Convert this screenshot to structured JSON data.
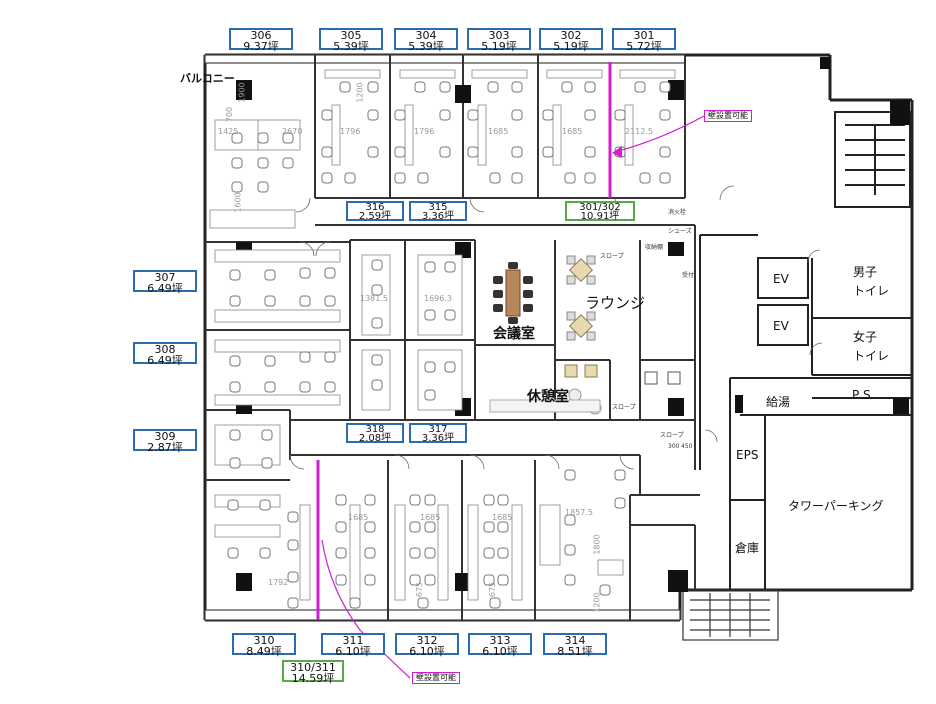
{
  "units": [
    {
      "id": "306",
      "area": "9.37坪"
    },
    {
      "id": "305",
      "area": "5.39坪"
    },
    {
      "id": "304",
      "area": "5.39坪"
    },
    {
      "id": "303",
      "area": "5.19坪"
    },
    {
      "id": "302",
      "area": "5.19坪"
    },
    {
      "id": "301",
      "area": "5.72坪"
    },
    {
      "id": "316",
      "area": "2.59坪"
    },
    {
      "id": "315",
      "area": "3.36坪"
    },
    {
      "id": "301/302",
      "area": "10.91坪"
    },
    {
      "id": "307",
      "area": "6.49坪"
    },
    {
      "id": "308",
      "area": "6.49坪"
    },
    {
      "id": "309",
      "area": "2.87坪"
    },
    {
      "id": "318",
      "area": "2.08坪"
    },
    {
      "id": "317",
      "area": "3.36坪"
    },
    {
      "id": "310",
      "area": "8.49坪"
    },
    {
      "id": "311",
      "area": "6.10坪"
    },
    {
      "id": "312",
      "area": "6.10坪"
    },
    {
      "id": "313",
      "area": "6.10坪"
    },
    {
      "id": "314",
      "area": "8.51坪"
    },
    {
      "id": "310/311",
      "area": "14.59坪"
    }
  ],
  "notes": {
    "wall_possible_top": "壁設置可能",
    "wall_possible_bottom": "壁設置可能"
  },
  "rooms": {
    "balcony": "バルコニー",
    "meeting": "会議室",
    "lounge": "ラウンジ",
    "rest": "休憩室",
    "ev1": "EV",
    "ev2": "EV",
    "mens": "男子\nトイレ",
    "womens": "女子\nトイレ",
    "ps": "P S",
    "kitchen": "給湯",
    "eps": "EPS",
    "parking": "タワーパーキング",
    "storage": "倉庫"
  },
  "small": {
    "slope1": "スロープ",
    "slope2": "スロープ",
    "slope3": "スロープ",
    "storage_shelf": "収納棚",
    "shoe": "シューズ",
    "reception": "受付",
    "fire": "消火栓"
  },
  "dims": [
    "1900",
    "700",
    "1425",
    "2670",
    "1200",
    "1796",
    "1796",
    "1685",
    "1685",
    "2112.5",
    "1600",
    "1381.5",
    "1696.3",
    "1685",
    "1685",
    "1685",
    "1792",
    "1857.5",
    "1800",
    "1200",
    "675",
    "675",
    "300",
    "450"
  ]
}
